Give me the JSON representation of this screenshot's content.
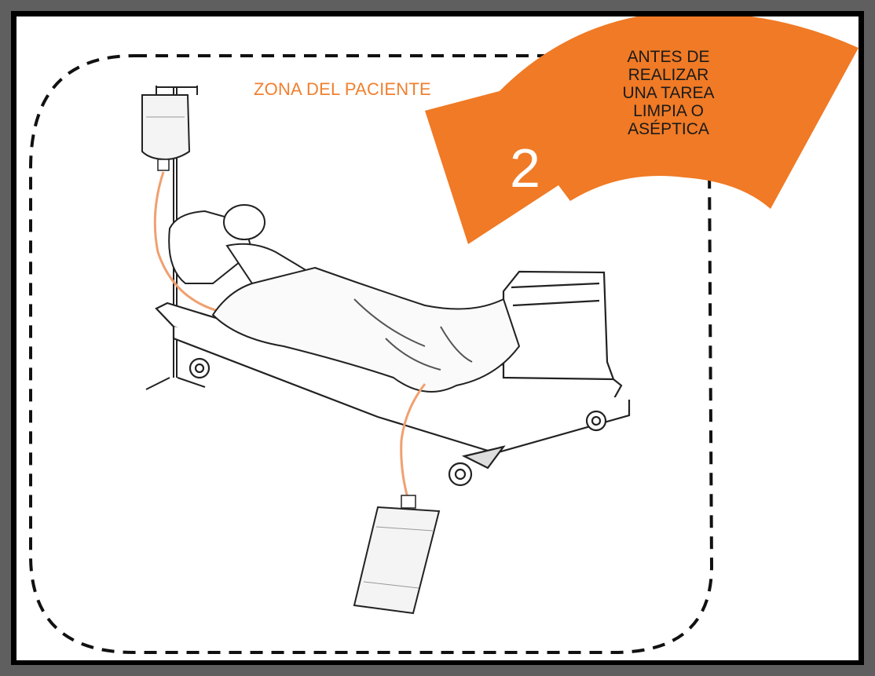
{
  "zone_label": "ZONA DEL PACIENTE",
  "moment": {
    "number": "2",
    "lines": [
      "ANTES DE",
      "REALIZAR",
      "UNA TAREA",
      "LIMPIA O",
      "ASÉPTICA"
    ]
  },
  "colors": {
    "accent": "#f07a25",
    "zone_label": "#f08030",
    "tube": "#f0a070",
    "outline": "#111111",
    "frame": "#5f5f5f"
  },
  "icons": {
    "arrow": "curved-arrow-icon",
    "iv_bag": "iv-bag-icon",
    "urine_bag": "drainage-bag-icon",
    "bed": "hospital-bed-icon"
  }
}
